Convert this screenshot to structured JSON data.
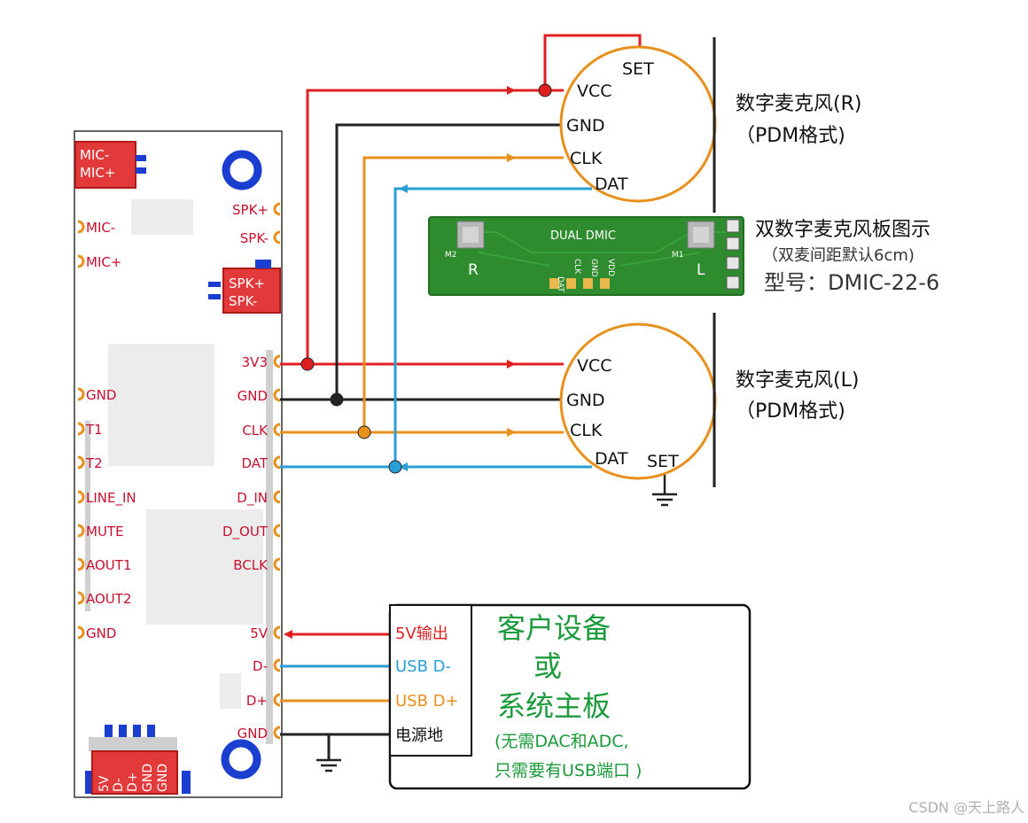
{
  "module": {
    "top_pads": [
      "MIC-",
      "MIC+"
    ],
    "right_pads": [
      "SPK+",
      "SPK-"
    ],
    "left_pins": [
      "MIC-",
      "MIC+",
      "GND",
      "T1",
      "T2",
      "LINE_IN",
      "MUTE",
      "AOUT1",
      "AOUT2",
      "GND"
    ],
    "spk_pads": [
      "SPK+",
      "SPK-"
    ],
    "right_pins": [
      "3V3",
      "GND",
      "CLK",
      "DAT",
      "D_IN",
      "D_OUT",
      "BCLK",
      "5V",
      "D-",
      "D+",
      "GND"
    ],
    "usb_connector": [
      "5V",
      "D-",
      "D+",
      "GND",
      "GND"
    ]
  },
  "mic_r": {
    "pins": [
      "SET",
      "VCC",
      "GND",
      "CLK",
      "DAT"
    ],
    "label": "数字麦克风(R)",
    "sub": "（PDM格式)"
  },
  "mic_l": {
    "pins": [
      "VCC",
      "GND",
      "CLK",
      "DAT",
      "SET"
    ],
    "label": "数字麦克风(L)",
    "sub": "（PDM格式)"
  },
  "pcb": {
    "title": "DUAL DMIC",
    "m2": "M2",
    "m1": "M1",
    "r": "R",
    "l": "L",
    "pads": [
      "DAT",
      "CLK",
      "GND",
      "VDD"
    ],
    "caption_title": "双数字麦克风板图示",
    "caption_spacing": "（双麦间距默认6cm)",
    "caption_model": "型号：DMIC-22-6"
  },
  "customer": {
    "labels": [
      "5V输出",
      "USB D-",
      "USB D+",
      "电源地"
    ],
    "title1": "客户设备",
    "title2": "或",
    "title3": "系统主板",
    "note1": "(无需DAC和ADC,",
    "note2": "只需要有USB端口 )"
  },
  "watermark": "CSDN @天上路人",
  "colors": {
    "power": "#e02020",
    "ground": "#222222",
    "clock": "#e8901c",
    "data": "#2a9fd6",
    "mic_circle": "#e8901c",
    "pin_label": "#c8102e",
    "pcb_green": "#2e8b2e",
    "customer_green": "#1a9a3a"
  }
}
